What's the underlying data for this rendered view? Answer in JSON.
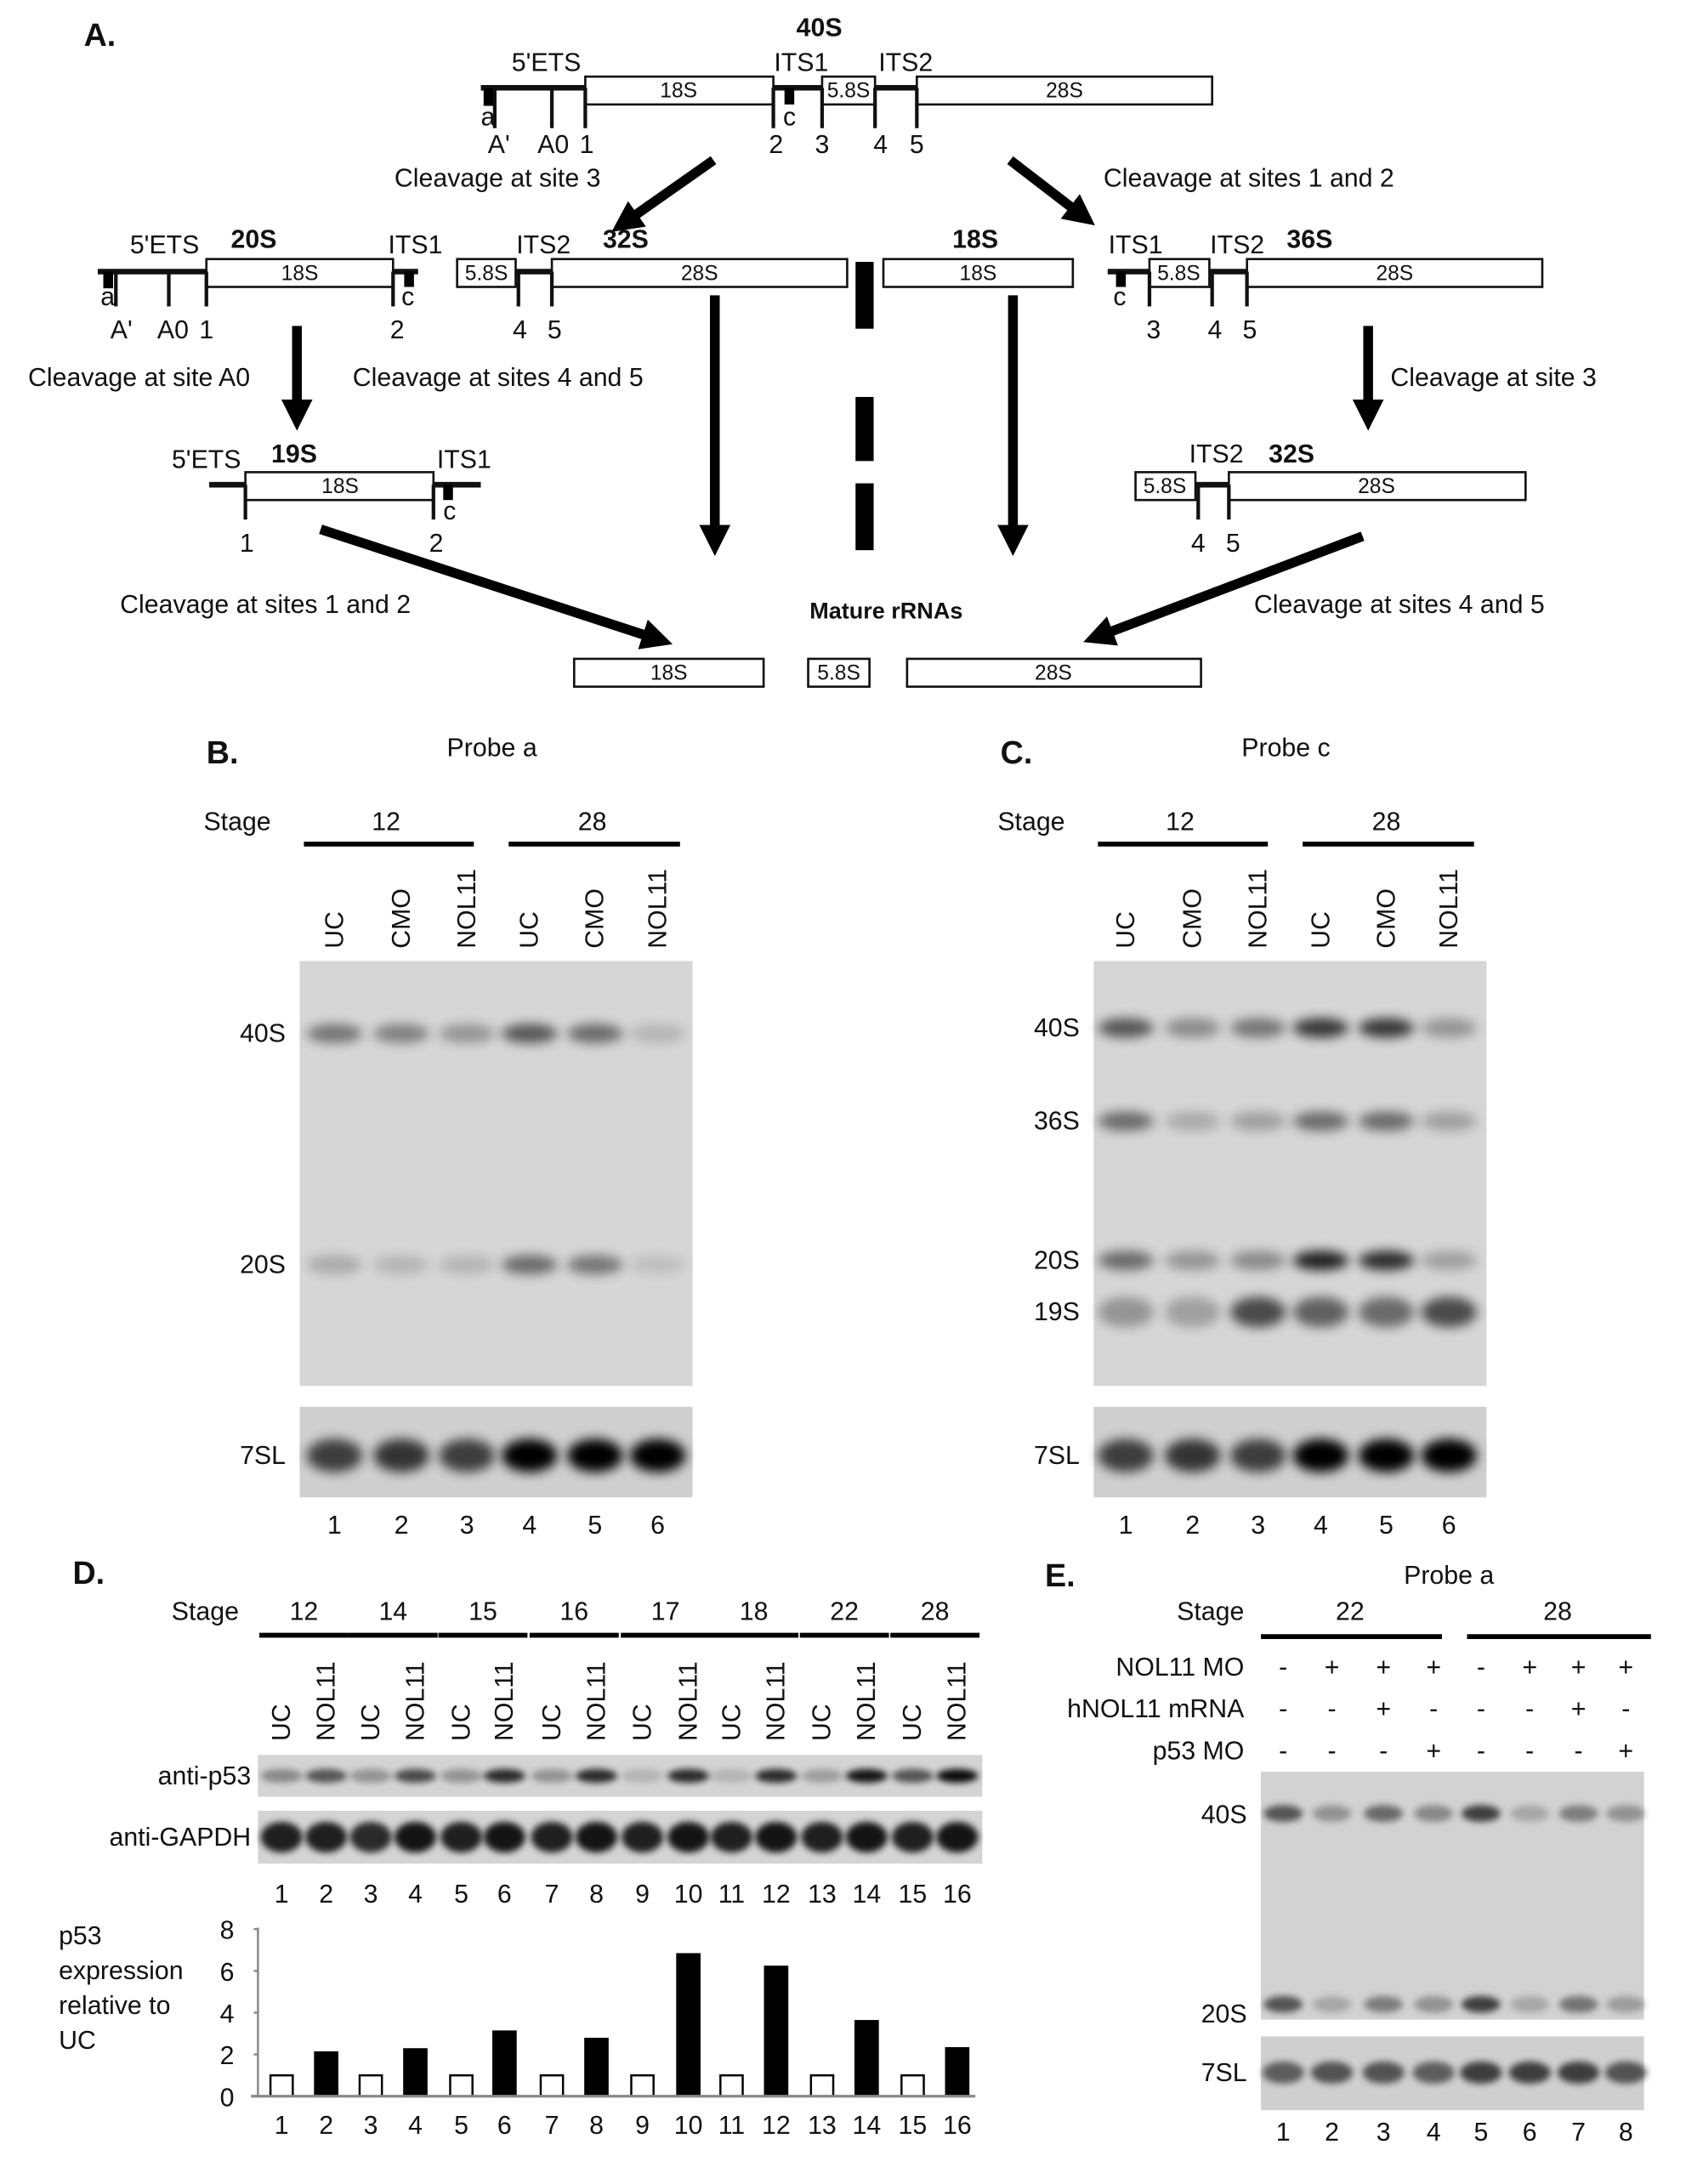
{
  "panel_a": {
    "label": "A.",
    "p40s": {
      "title": "40S",
      "ets": "5'ETS",
      "its1": "ITS1",
      "its2": "ITS2",
      "r18": "18S",
      "r58": "5.8S",
      "r28": "28S",
      "probe_a": "a",
      "probe_c": "c",
      "sites": {
        "ap": "A'",
        "a0": "A0",
        "s1": "1",
        "s2": "2",
        "s3": "3",
        "s4": "4",
        "s5": "5"
      }
    },
    "cleave_left": "Cleavage at site 3",
    "cleave_right": "Cleavage at sites 1 and 2",
    "p20s": {
      "title": "20S",
      "ets": "5'ETS",
      "its1": "ITS1",
      "r18": "18S",
      "probe_a": "a",
      "probe_c": "c",
      "ap": "A'",
      "a0": "A0",
      "s1": "1",
      "s2": "2"
    },
    "p32s": {
      "title": "32S",
      "its2": "ITS2",
      "r58": "5.8S",
      "r28": "28S",
      "s4": "4",
      "s5": "5"
    },
    "p18s": {
      "title": "18S",
      "r18": "18S"
    },
    "p36s": {
      "title": "36S",
      "its1": "ITS1",
      "its2": "ITS2",
      "r58": "5.8S",
      "r28": "28S",
      "probe_c": "c",
      "s3": "3",
      "s4": "4",
      "s5": "5"
    },
    "cleave_a0": "Cleavage at site A0",
    "cleave_45_mid": "Cleavage at sites 4 and 5",
    "cleave_3_right": "Cleavage at site 3",
    "p19s": {
      "title": "19S",
      "ets": "5'ETS",
      "its1": "ITS1",
      "r18": "18S",
      "probe_c": "c",
      "s1": "1",
      "s2": "2"
    },
    "p32s_b": {
      "title": "32S",
      "its2": "ITS2",
      "r58": "5.8S",
      "r28": "28S",
      "s4": "4",
      "s5": "5"
    },
    "cleave_12_bottom": "Cleavage at sites 1 and 2",
    "mature_title": "Mature rRNAs",
    "cleave_45_bottom": "Cleavage at sites 4 and 5",
    "mature": {
      "r18": "18S",
      "r58": "5.8S",
      "r28": "28S"
    }
  },
  "panel_b": {
    "label": "B.",
    "probe": "Probe a",
    "stage_label": "Stage",
    "stages": [
      "12",
      "28"
    ],
    "lanes": [
      "UC",
      "CMO",
      "NOL11",
      "UC",
      "CMO",
      "NOL11"
    ],
    "lane_numbers": [
      "1",
      "2",
      "3",
      "4",
      "5",
      "6"
    ],
    "bands": [
      {
        "name": "40S",
        "intensity": [
          0.45,
          0.4,
          0.3,
          0.6,
          0.5,
          0.15
        ]
      },
      {
        "name": "20S",
        "intensity": [
          0.2,
          0.15,
          0.15,
          0.5,
          0.45,
          0.1
        ]
      }
    ],
    "loading": {
      "name": "7SL",
      "intensity": [
        0.7,
        0.75,
        0.7,
        1,
        1,
        1
      ]
    }
  },
  "panel_c": {
    "label": "C.",
    "probe": "Probe c",
    "stage_label": "Stage",
    "stages": [
      "12",
      "28"
    ],
    "lanes": [
      "UC",
      "CMO",
      "NOL11",
      "UC",
      "CMO",
      "NOL11"
    ],
    "lane_numbers": [
      "1",
      "2",
      "3",
      "4",
      "5",
      "6"
    ],
    "bands": [
      {
        "name": "40S",
        "intensity": [
          0.6,
          0.35,
          0.45,
          0.75,
          0.75,
          0.3
        ]
      },
      {
        "name": "36S",
        "intensity": [
          0.5,
          0.2,
          0.25,
          0.5,
          0.5,
          0.25
        ]
      },
      {
        "name": "20S",
        "intensity": [
          0.5,
          0.3,
          0.35,
          0.85,
          0.8,
          0.25
        ]
      },
      {
        "name": "19S",
        "intensity": [
          0.3,
          0.25,
          0.65,
          0.55,
          0.5,
          0.65
        ]
      }
    ],
    "loading": {
      "name": "7SL",
      "intensity": [
        0.7,
        0.75,
        0.7,
        1,
        1,
        1
      ]
    }
  },
  "panel_d": {
    "label": "D.",
    "stage_label": "Stage",
    "stages": [
      "12",
      "14",
      "15",
      "16",
      "17",
      "18",
      "22",
      "28"
    ],
    "lanes": [
      "UC",
      "NOL11",
      "UC",
      "NOL11",
      "UC",
      "NOL11",
      "UC",
      "NOL11",
      "UC",
      "NOL11",
      "UC",
      "NOL11",
      "UC",
      "NOL11",
      "UC",
      "NOL11"
    ],
    "blots": [
      {
        "name": "anti-p53",
        "intensity": [
          0.35,
          0.6,
          0.3,
          0.65,
          0.3,
          0.8,
          0.3,
          0.8,
          0.15,
          0.8,
          0.15,
          0.8,
          0.25,
          0.9,
          0.6,
          0.95
        ]
      },
      {
        "name": "anti-GAPDH",
        "intensity": [
          0.85,
          0.85,
          0.8,
          0.9,
          0.85,
          0.9,
          0.85,
          0.9,
          0.85,
          0.9,
          0.85,
          0.9,
          0.85,
          0.9,
          0.85,
          0.9
        ]
      }
    ],
    "lane_numbers": [
      "1",
      "2",
      "3",
      "4",
      "5",
      "6",
      "7",
      "8",
      "9",
      "10",
      "11",
      "12",
      "13",
      "14",
      "15",
      "16"
    ]
  },
  "chart_data": {
    "type": "bar",
    "title": "",
    "ylabel": "p53 expression relative to UC",
    "ylabel_lines": [
      "p53",
      "expression",
      "relative to",
      "UC"
    ],
    "xlabel": "",
    "categories": [
      "1",
      "2",
      "3",
      "4",
      "5",
      "6",
      "7",
      "8",
      "9",
      "10",
      "11",
      "12",
      "13",
      "14",
      "15",
      "16"
    ],
    "values": [
      1,
      2.1,
      1,
      2.25,
      1,
      3.1,
      1,
      2.75,
      1,
      6.8,
      1,
      6.2,
      1,
      3.6,
      1,
      2.3
    ],
    "series_kind": [
      "UC",
      "NOL11",
      "UC",
      "NOL11",
      "UC",
      "NOL11",
      "UC",
      "NOL11",
      "UC",
      "NOL11",
      "UC",
      "NOL11",
      "UC",
      "NOL11",
      "UC",
      "NOL11"
    ],
    "colors": {
      "UC": "#ffffff",
      "NOL11": "#000000"
    },
    "ylim": [
      0,
      8
    ],
    "yticks": [
      "0",
      "2",
      "4",
      "6",
      "8"
    ],
    "grid": false
  },
  "panel_e": {
    "label": "E.",
    "probe": "Probe a",
    "stage_label": "Stage",
    "stages": [
      "22",
      "28"
    ],
    "conditions": [
      {
        "name": "NOL11 MO",
        "values": [
          "-",
          "+",
          "+",
          "+",
          "-",
          "+",
          "+",
          "+"
        ]
      },
      {
        "name": "hNOL11 mRNA",
        "values": [
          "-",
          "-",
          "+",
          "-",
          "-",
          "-",
          "+",
          "-"
        ]
      },
      {
        "name": "p53 MO",
        "values": [
          "-",
          "-",
          "-",
          "+",
          "-",
          "-",
          "-",
          "+"
        ]
      }
    ],
    "bands": [
      {
        "name": "40S",
        "intensity": [
          0.6,
          0.3,
          0.5,
          0.35,
          0.7,
          0.2,
          0.4,
          0.3
        ]
      },
      {
        "name": "20S",
        "intensity": [
          0.6,
          0.2,
          0.4,
          0.3,
          0.7,
          0.2,
          0.45,
          0.25
        ]
      }
    ],
    "loading": {
      "name": "7SL",
      "intensity": [
        0.55,
        0.6,
        0.6,
        0.55,
        0.7,
        0.7,
        0.7,
        0.6
      ]
    },
    "lane_numbers": [
      "1",
      "2",
      "3",
      "4",
      "5",
      "6",
      "7",
      "8"
    ]
  }
}
